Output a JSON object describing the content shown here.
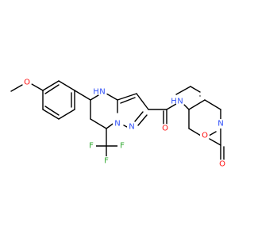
{
  "molecule": {
    "labels": {
      "methoxy_o": "O",
      "nh_ring": "N",
      "nh_ring_h": "H",
      "n_pyrazole_1": "N",
      "n_pyrazole_2": "N",
      "amide_o": "O",
      "amide_n": "N",
      "amide_h": "H",
      "piperidine_n": "N",
      "carbamate_o_double": "O",
      "ester_o": "O",
      "f1": "F",
      "f2": "F",
      "f3": "F"
    },
    "colors": {
      "carbon": "#000000",
      "oxygen": "#ff0d0d",
      "nitrogen": "#3050f8",
      "fluorine": "#33aa33"
    }
  }
}
